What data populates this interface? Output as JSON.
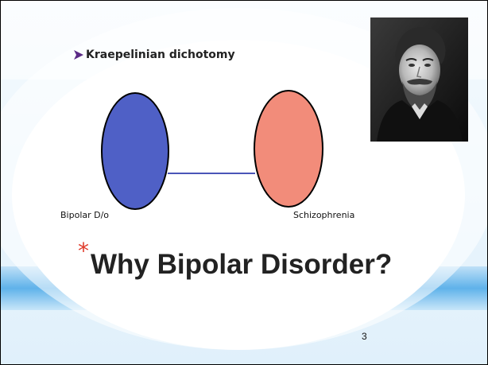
{
  "slide": {
    "bullet_text": "Kraepelinian dichotomy",
    "left_label": "Bipolar D/o",
    "right_label": "Schizophrenia",
    "title_star": "*",
    "title": "Why Bipolar Disorder?",
    "page_number": "3",
    "colors": {
      "left_ellipse": "#4f60c6",
      "right_ellipse": "#f28c7a",
      "connector": "#4a55b8",
      "title_star": "#e03c2c",
      "accent_blue": "#5fb2ea"
    },
    "portrait_icon": "man-portrait-photo"
  }
}
